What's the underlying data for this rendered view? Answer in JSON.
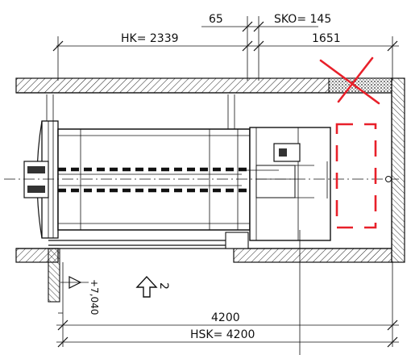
{
  "dimensions": {
    "hk": "HK= 2339",
    "gap": "65",
    "sko": "SKO= 145",
    "right_len": "1651",
    "total": "4200",
    "hsk": "HSK= 4200"
  },
  "annotations": {
    "level": "+7,040",
    "arrow_index": "2"
  },
  "colors": {
    "line": "#111111",
    "markup": "#e8202a"
  }
}
